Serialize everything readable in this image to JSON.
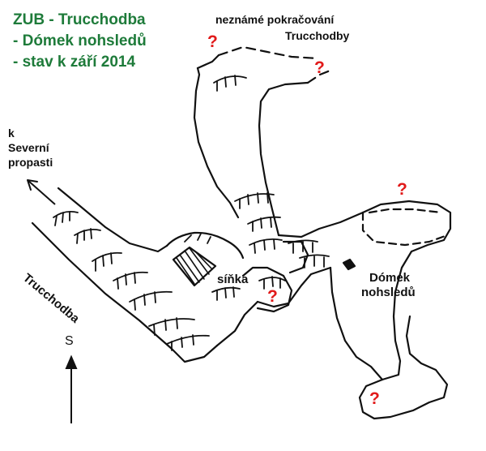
{
  "title": {
    "lines": [
      "ZUB - Trucchodba",
      "- Dómek nohsledů",
      "- stav k září 2014"
    ],
    "color": "#1e7b3a"
  },
  "labels": {
    "unknown_continuation": [
      "neznámé pokračování",
      "Trucchodby"
    ],
    "to_north_abyss": [
      "k",
      "Severní",
      "propasti"
    ],
    "passage_name": "Trucchodba",
    "niche": "síňka",
    "chamber": [
      "Dómek",
      "nohsledů"
    ],
    "north_mark": "S"
  },
  "unknown_mark": {
    "glyph": "?",
    "color": "#e11a1a",
    "count": 5
  },
  "line_color": "#111111"
}
